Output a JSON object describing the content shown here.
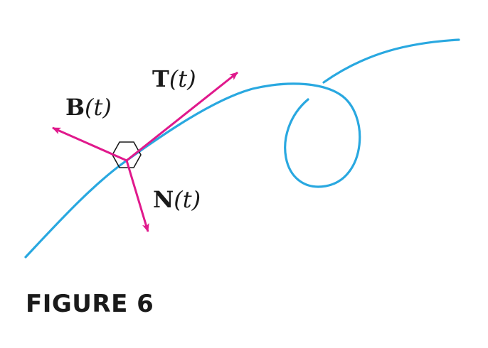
{
  "figure": {
    "caption": "FIGURE 6",
    "colors": {
      "curve": "#29a8e0",
      "vectors": "#e0198c",
      "frame": "#1a1a1a"
    },
    "labels": {
      "tangent": {
        "symbol": "T",
        "arg": "(t)"
      },
      "binormal": {
        "symbol": "B",
        "arg": "(t)"
      },
      "normal": {
        "symbol": "N",
        "arg": "(t)"
      }
    }
  }
}
